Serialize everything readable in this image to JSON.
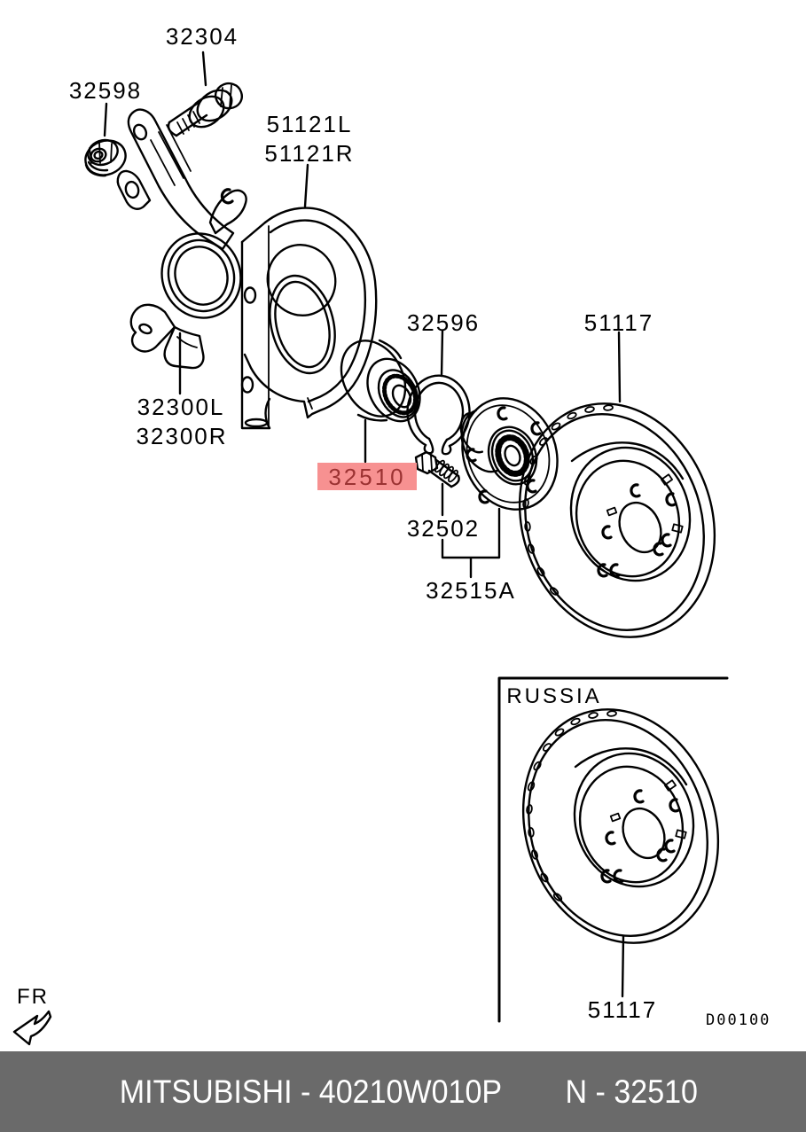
{
  "catalog": {
    "labels": {
      "bolt": "32304",
      "nut": "32598",
      "shield_left": "51121L",
      "shield_right": "51121R",
      "knuckle_left": "32300L",
      "knuckle_right": "32300R",
      "snap_ring": "32596",
      "disc_main": "51117",
      "bearing_highlighted": "32510",
      "stud": "32502",
      "hub": "32515A",
      "disc_russia": "51117"
    },
    "region_box_label": "RUSSIA",
    "drawing_code": "D00100",
    "direction_label": "FR",
    "footer": {
      "brand_part": "MITSUBISHI - 40210W010P",
      "number_ref": "N - 32510"
    },
    "colors": {
      "highlight_bg": "#f79191",
      "highlight_text": "#9b3232",
      "footer_bg": "#6a6a6a",
      "footer_text": "#ffffff",
      "line": "#000000",
      "background": "#ffffff"
    }
  }
}
